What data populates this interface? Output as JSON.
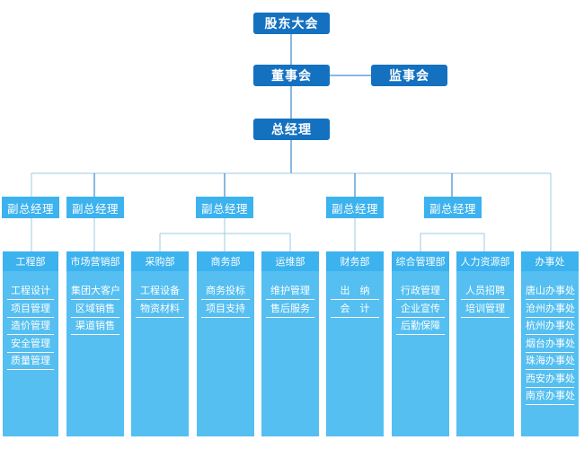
{
  "colors": {
    "top_box": "#1471c0",
    "vp_box": "#3cb2ee",
    "column": "#55bff1",
    "line_dark": "#1471c0",
    "line_light": "#9ccbe6"
  },
  "top": {
    "shareholders": "股东大会",
    "board": "董事会",
    "supervisors": "监事会",
    "gm": "总经理"
  },
  "vps": [
    "副总经理",
    "副总经理",
    "副总经理",
    "副总经理",
    "副总经理"
  ],
  "depts": [
    {
      "name": "工程部",
      "items": [
        "工程设计",
        "项目管理",
        "造价管理",
        "安全管理",
        "质量管理"
      ]
    },
    {
      "name": "市场营销部",
      "items": [
        "集团大客户",
        "区域销售",
        "渠道销售"
      ]
    },
    {
      "name": "采购部",
      "items": [
        "工程设备",
        "物资材料"
      ]
    },
    {
      "name": "商务部",
      "items": [
        "商务投标",
        "项目支持"
      ]
    },
    {
      "name": "运维部",
      "items": [
        "维护管理",
        "售后服务"
      ]
    },
    {
      "name": "财务部",
      "items": [
        "出　纳",
        "会　计"
      ]
    },
    {
      "name": "综合管理部",
      "items": [
        "行政管理",
        "企业宣传",
        "后勤保障"
      ]
    },
    {
      "name": "人力资源部",
      "items": [
        "人员招聘",
        "培训管理"
      ]
    },
    {
      "name": "办事处",
      "items": [
        "唐山办事处",
        "沧州办事处",
        "杭州办事处",
        "烟台办事处",
        "珠海办事处",
        "西安办事处",
        "南京办事处"
      ]
    }
  ]
}
